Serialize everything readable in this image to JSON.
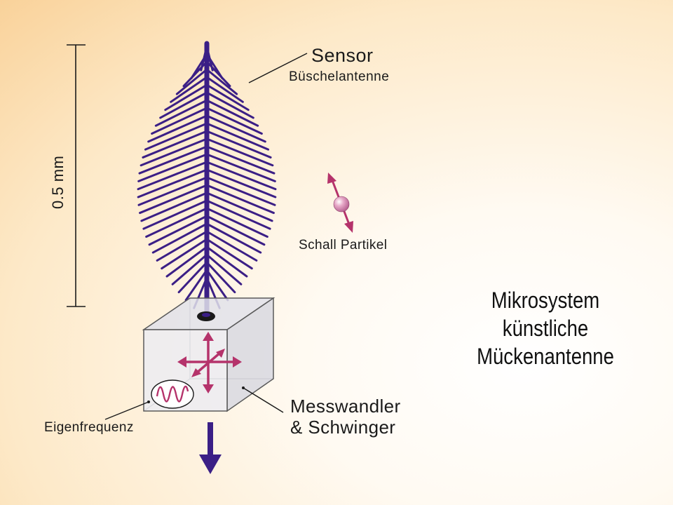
{
  "labels": {
    "sensor_title": "Sensor",
    "sensor_subtitle": "Büschelantenne",
    "particle": "Schall Partikel",
    "scale": "0.5 mm",
    "transducer_line1": "Messwandler",
    "transducer_line2": "& Schwinger",
    "eigen": "Eigenfrequenz"
  },
  "title": {
    "line1": "Mikrosystem",
    "line2": "künstliche",
    "line3": "Mückenantenne"
  },
  "colors": {
    "antenna": "#3b1f86",
    "arrow": "#b5336b",
    "particle": "#d88bb3",
    "box_edge": "#5a5a5a",
    "box_fill": "#e8e8ee",
    "text": "#1a1a1a"
  }
}
